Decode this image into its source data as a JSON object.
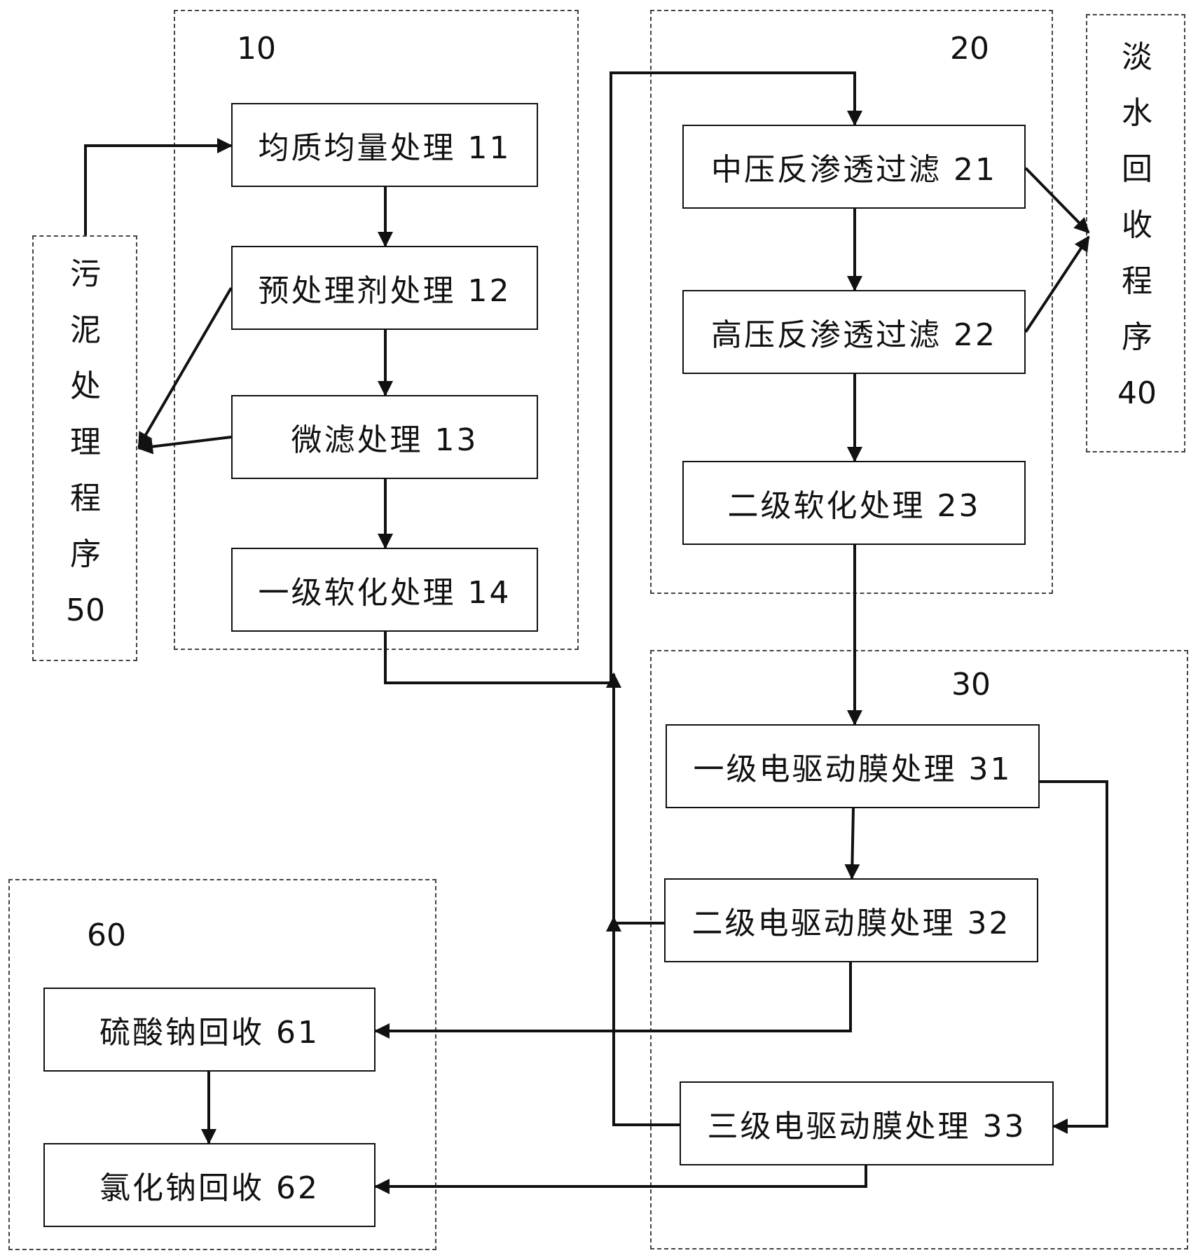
{
  "groups": {
    "g10": {
      "label": "10"
    },
    "g20": {
      "label": "20"
    },
    "g30": {
      "label": "30"
    },
    "g60": {
      "label": "60"
    },
    "g40": {
      "label": "淡水回收程序",
      "number": "40"
    },
    "g50": {
      "label": "污泥处理程序",
      "number": "50"
    }
  },
  "steps": {
    "s11": "均质均量处理 11",
    "s12": "预处理剂处理 12",
    "s13": "微滤处理 13",
    "s14": "一级软化处理 14",
    "s21": "中压反渗透过滤 21",
    "s22": "高压反渗透过滤 22",
    "s23": "二级软化处理 23",
    "s31": "一级电驱动膜处理 31",
    "s32": "二级电驱动膜处理 32",
    "s33": "三级电驱动膜处理 33",
    "s61": "硫酸钠回收 61",
    "s62": "氯化钠回收 62"
  }
}
